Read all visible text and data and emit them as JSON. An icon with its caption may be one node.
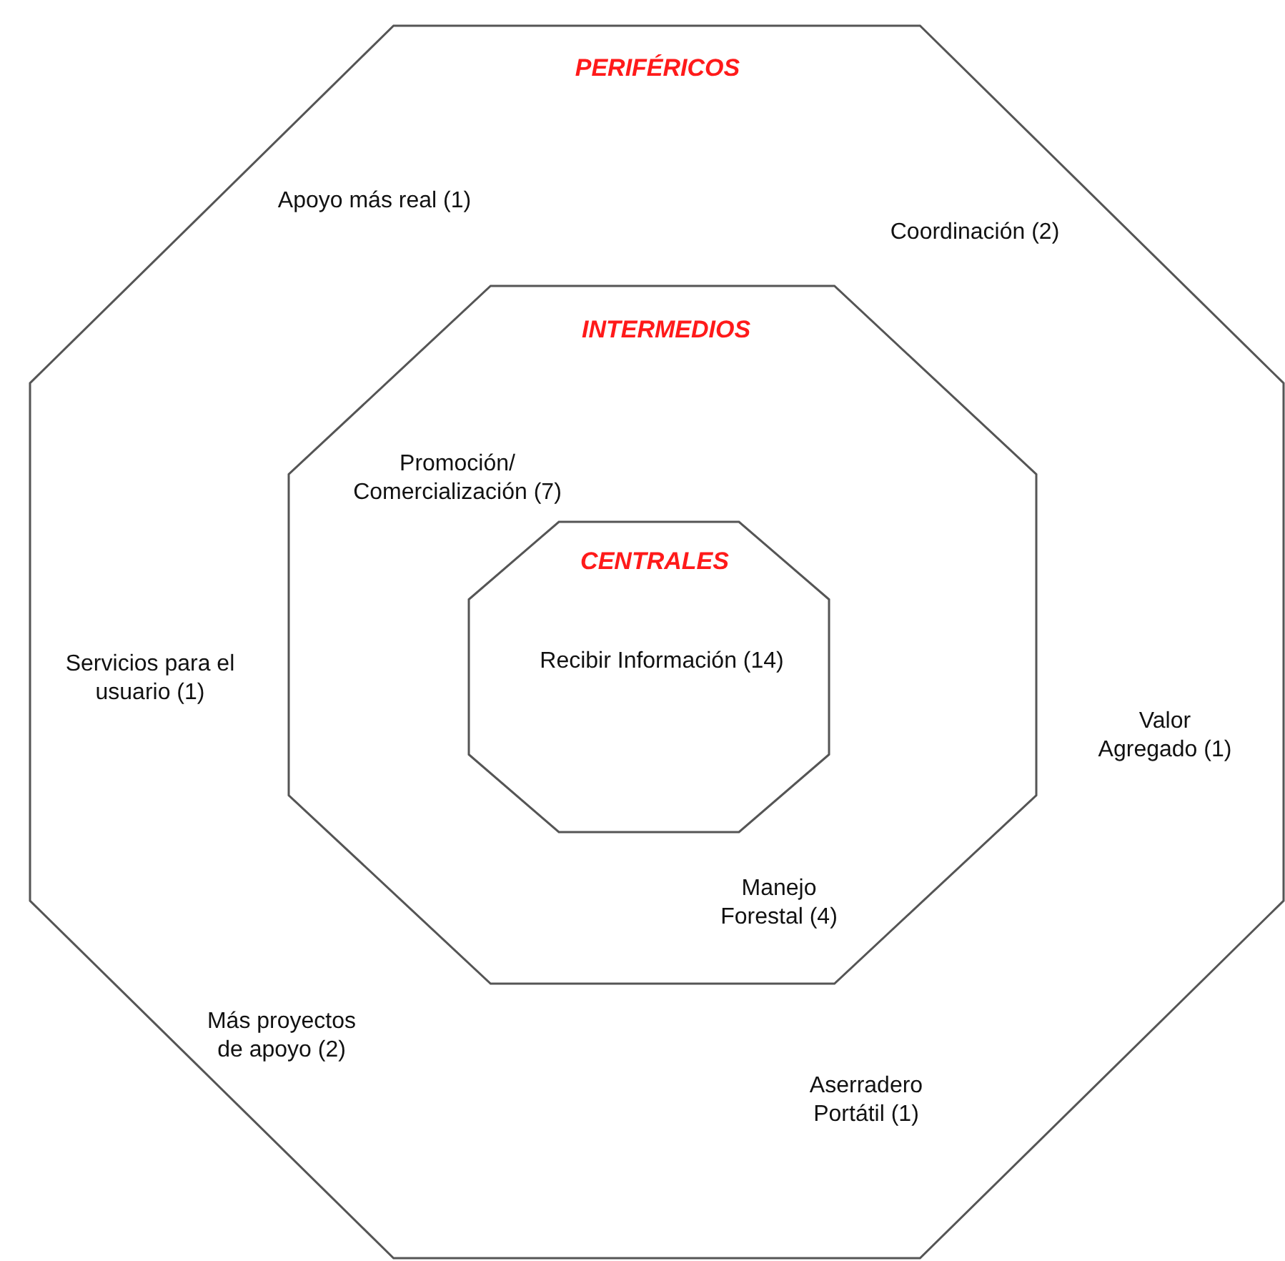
{
  "diagram": {
    "nodes": [
      {
        "text": [
          "PERIFÉRICOS",
          "Apoyo más real (1)",
          "Coordinación (2)",
          "Servicios para el usuario (1)",
          "Valor Agregado (1)",
          "Más proyectos de apoyo (2)",
          "Aserradero Portátil (1)"
        ]
      },
      {
        "text": [
          "INTERMEDIOS",
          "Promoción/ Comercialización (7)",
          "Manejo Forestal (4)"
        ],
        "in": 0
      },
      {
        "text": [
          "CENTRALES",
          "Recibir Información (14)"
        ],
        "in": 1
      }
    ]
  }
}
